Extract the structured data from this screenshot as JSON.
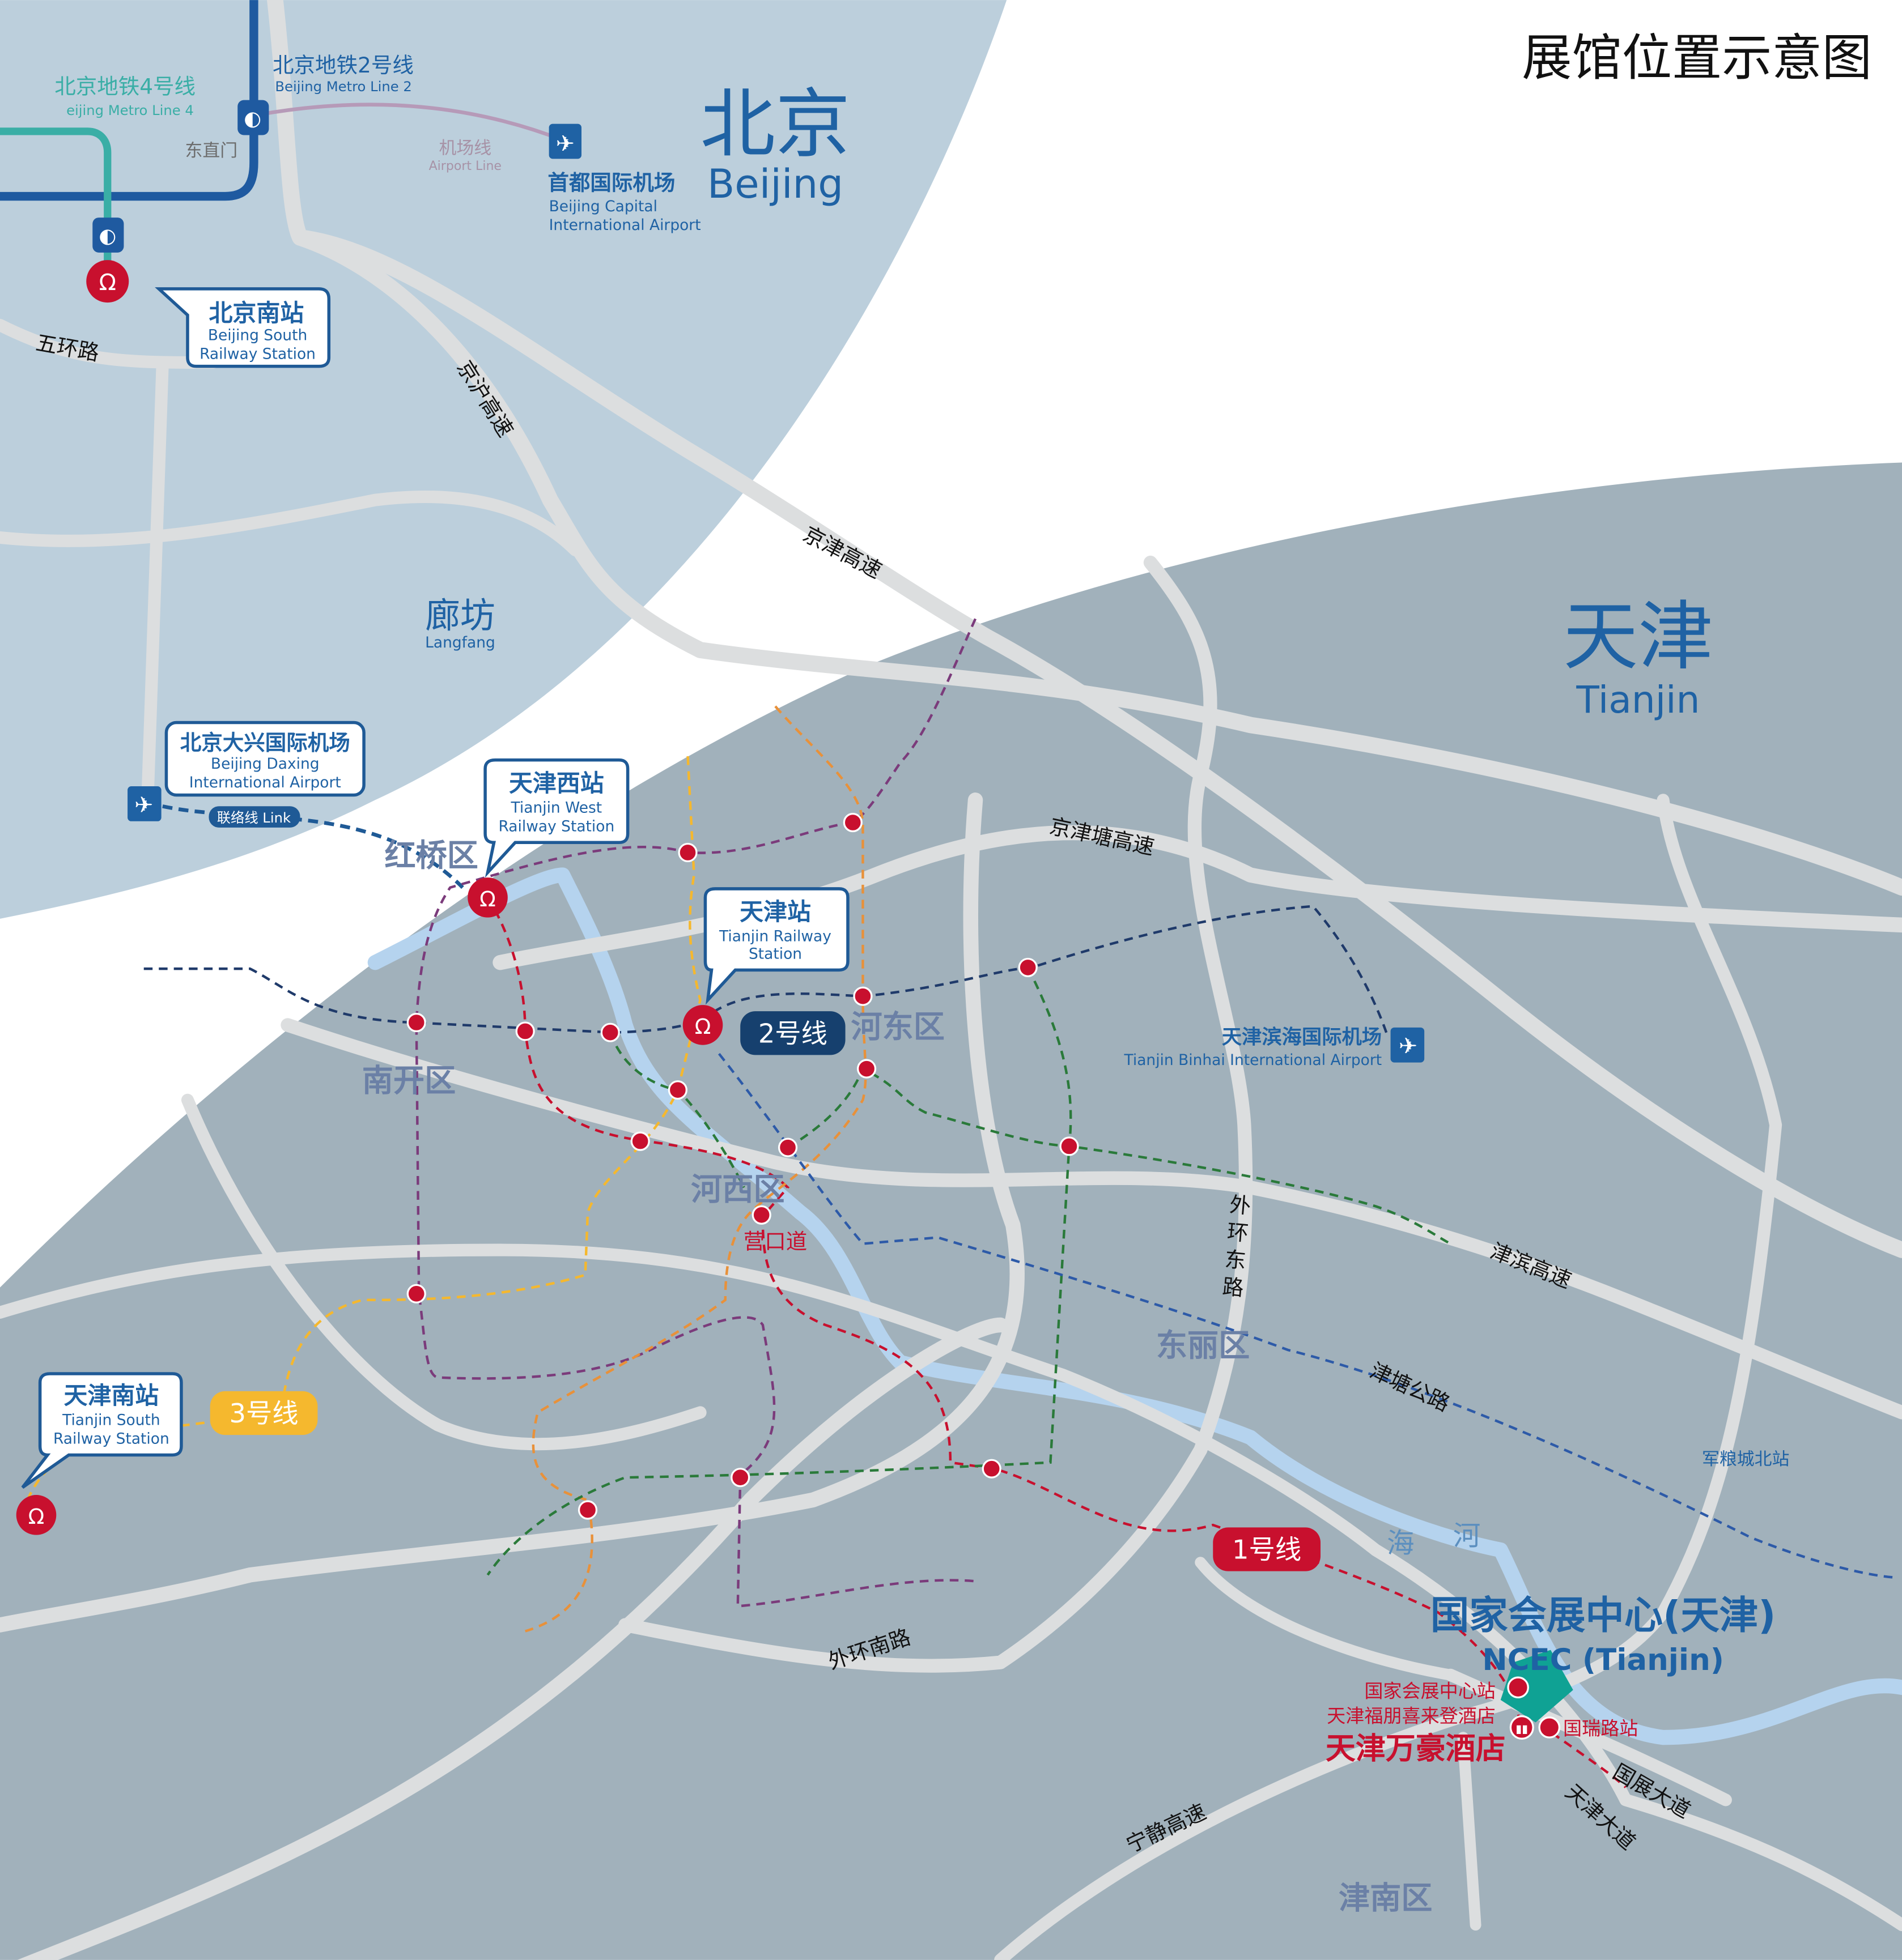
{
  "title": "展馆位置示意图",
  "regions": {
    "beijing": {
      "cn": "北京",
      "en": "Beijing"
    },
    "tianjin": {
      "cn": "天津",
      "en": "Tianjin"
    },
    "langfang": {
      "cn": "廊坊",
      "en": "Langfang"
    }
  },
  "metro_labels": {
    "line4_cn": "北京地铁4号线",
    "line4_en": "eijing Metro Line 4",
    "line2_cn": "北京地铁2号线",
    "line2_en": "Beijing Metro Line 2",
    "airport_line_cn": "机场线",
    "airport_line_en": "Airport Line",
    "dongzhimen": "东直门",
    "link": "联络线 Link",
    "tj_line2": "2号线",
    "tj_line3": "3号线",
    "tj_line1": "1号线"
  },
  "airports": {
    "capital_cn": "首都国际机场",
    "capital_en1": "Beijing Capital",
    "capital_en2": "International Airport",
    "daxing_cn": "北京大兴国际机场",
    "daxing_en1": "Beijing Daxing",
    "daxing_en2": "International Airport",
    "binhai_cn": "天津滨海国际机场",
    "binhai_en": "Tianjin Binhai International Airport"
  },
  "stations": {
    "bj_south_cn": "北京南站",
    "bj_south_en1": "Beijing South",
    "bj_south_en2": "Railway Station",
    "tj_west_cn": "天津西站",
    "tj_west_en1": "Tianjin West",
    "tj_west_en2": "Railway Station",
    "tj_cn": "天津站",
    "tj_en1": "Tianjin Railway",
    "tj_en2": "Station",
    "tj_south_cn": "天津南站",
    "tj_south_en1": "Tianjin South",
    "tj_south_en2": "Railway Station",
    "yingkoudao": "营口道",
    "junliangcheng": "军粮城北站",
    "ncec_station": "国家会展中心站",
    "guorui_station": "国瑞路站"
  },
  "districts": [
    "红桥区",
    "南开区",
    "河东区",
    "河西区",
    "东丽区",
    "津南区"
  ],
  "roads": [
    "五环路",
    "京沪高速",
    "京津高速",
    "京津塘高速",
    "外环东路",
    "津滨高速",
    "津塘公路",
    "外环南路",
    "宁静高速",
    "国展大道",
    "天津大道"
  ],
  "river": [
    "海",
    "河"
  ],
  "venue": {
    "cn": "国家会展中心(天津)",
    "en": "NCEC (Tianjin)"
  },
  "hotels": {
    "sheraton": "天津福朋喜来登酒店",
    "marriott": "天津万豪酒店"
  },
  "colors": {
    "beijing": "#bccfdc",
    "tianjin": "#a1b1bb",
    "road": "#dcdedf",
    "river": "#b5d3ee",
    "brand_blue": "#1f62a4",
    "red": "#c8102e",
    "venue": "#0fa294",
    "line3": "#f5b82e"
  }
}
